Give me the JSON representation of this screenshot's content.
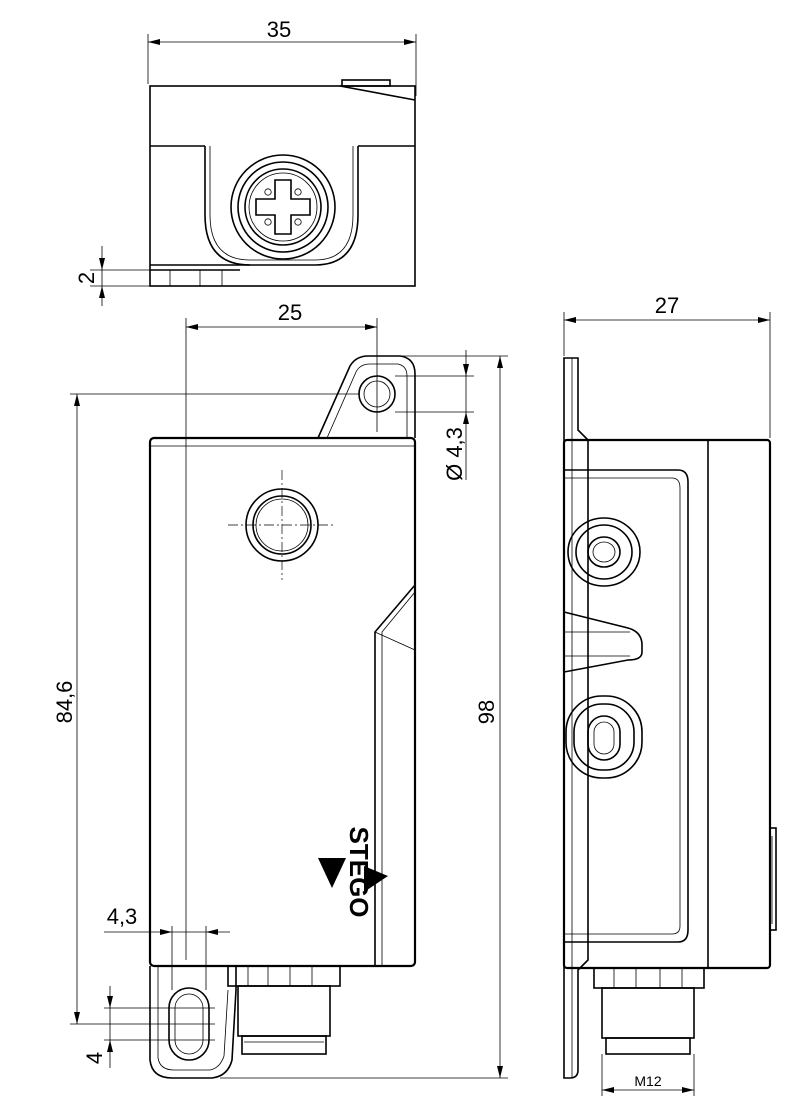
{
  "dimensions": {
    "top_width": "35",
    "top_height": "2",
    "front_hole_offset": "25",
    "hole_diameter": "Ø 4,3",
    "side_depth": "27",
    "hole_pitch": "84,6",
    "total_height": "98",
    "slot_width": "4,3",
    "slot_height": "4",
    "thread": "M12"
  },
  "logo": {
    "text": "STEGO"
  }
}
